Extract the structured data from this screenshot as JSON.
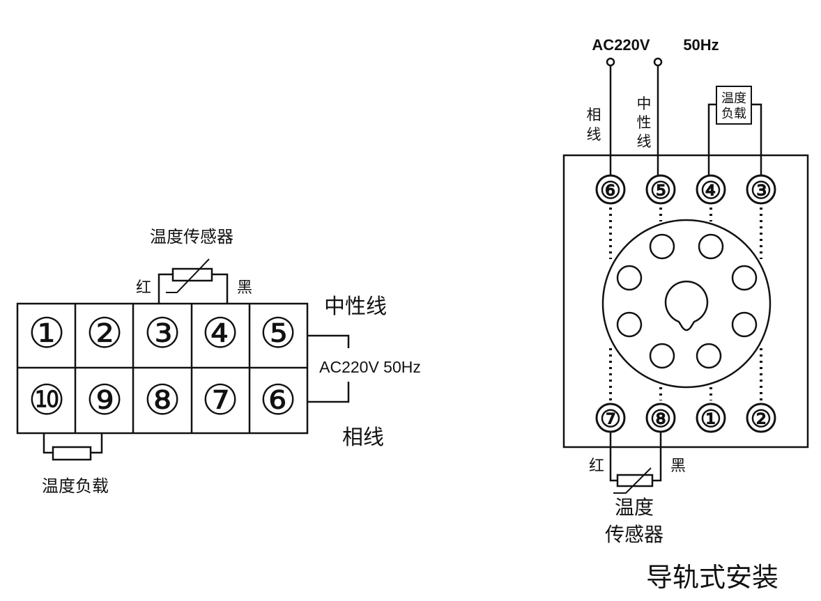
{
  "left": {
    "sensor_label": "温度传感器",
    "red_label": "红",
    "black_label": "黑",
    "neutral_label": "中性线",
    "supply_label": "AC220V 50Hz",
    "phase_label": "相线",
    "load_label": "温度负载",
    "top_terminals": [
      "①",
      "②",
      "③",
      "④",
      "⑤"
    ],
    "bottom_terminals": [
      "⑩",
      "⑨",
      "⑧",
      "⑦",
      "⑥"
    ]
  },
  "right": {
    "supply_voltage": "AC220V",
    "supply_freq": "50Hz",
    "phase_label": [
      "相",
      "线"
    ],
    "neutral_label": [
      "中",
      "性",
      "线"
    ],
    "load_label": [
      "温度",
      "负载"
    ],
    "top_terminals": [
      "⑥",
      "⑤",
      "④",
      "③"
    ],
    "bottom_terminals": [
      "⑦",
      "⑧",
      "①",
      "②"
    ],
    "red_label": "红",
    "black_label": "黑",
    "sensor_label": [
      "温度",
      "传感器"
    ],
    "mount_label": "导轨式安装"
  }
}
